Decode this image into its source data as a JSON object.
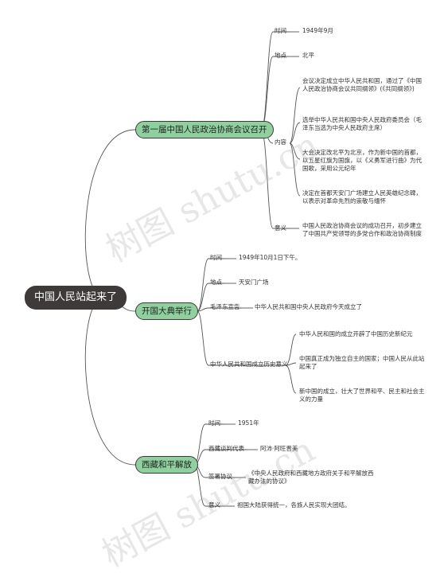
{
  "root": "中国人民站起来了",
  "watermark": "树图 shutu.cn",
  "branches": [
    {
      "title": "第一届中国人民政治协商会议召开",
      "time_label": "时间",
      "time_value": "1949年9月",
      "place_label": "地点",
      "place_value": "北平",
      "content_label": "内容",
      "content_items": [
        "会议决定成立中华人民共和国，通过了《中国人民政治协商会议共同纲领》(《共同纲领》)",
        "选举中华人民共和国中央人民政府委员会（毛泽东当选为中央人民政府主席）",
        "大会决定改北平为北京，作为新中国的首都，以五星红旗为国旗，以《义勇军进行曲》为代国歌，采用公元纪年",
        "决定在首都天安门广场建立人民英雄纪念碑，以表示对革命先烈的崇敬与缅怀"
      ],
      "meaning_label": "意义",
      "meaning_value": "中国人民政治协商会议的成功召开，初步建立了中国共产党领导的多党合作和政治协商制度"
    },
    {
      "title": "开国大典举行",
      "time_label": "时间",
      "time_value": "1949年10月1日下午。",
      "place_label": "地点",
      "place_value": "天安门广场",
      "declare_label": "毛泽东宣告",
      "declare_value": "中华人民共和国中央人民政府今天成立了",
      "meaning_label": "中华人民共和国成立历史意义",
      "meaning_items": [
        "中华人民和国的成立开辟了中国历史新纪元",
        "中国真正成为独立自主的国家；中国人民从此站起来了",
        "新中国的成立，壮大了世界和平、民主和社会主义的力量"
      ]
    },
    {
      "title": "西藏和平解放",
      "time_label": "时间",
      "time_value": "1951年",
      "rep_label": "西藏谈判代表",
      "rep_value": "阿沛·阿旺晋美",
      "agreement_label": "签署协议",
      "agreement_value": "《中央人民政府和西藏地方政府关于和平解放西藏办法的协议》",
      "meaning_label": "意义",
      "meaning_value": "祖国大陆获得统一，各族人民实现大团结。"
    }
  ]
}
